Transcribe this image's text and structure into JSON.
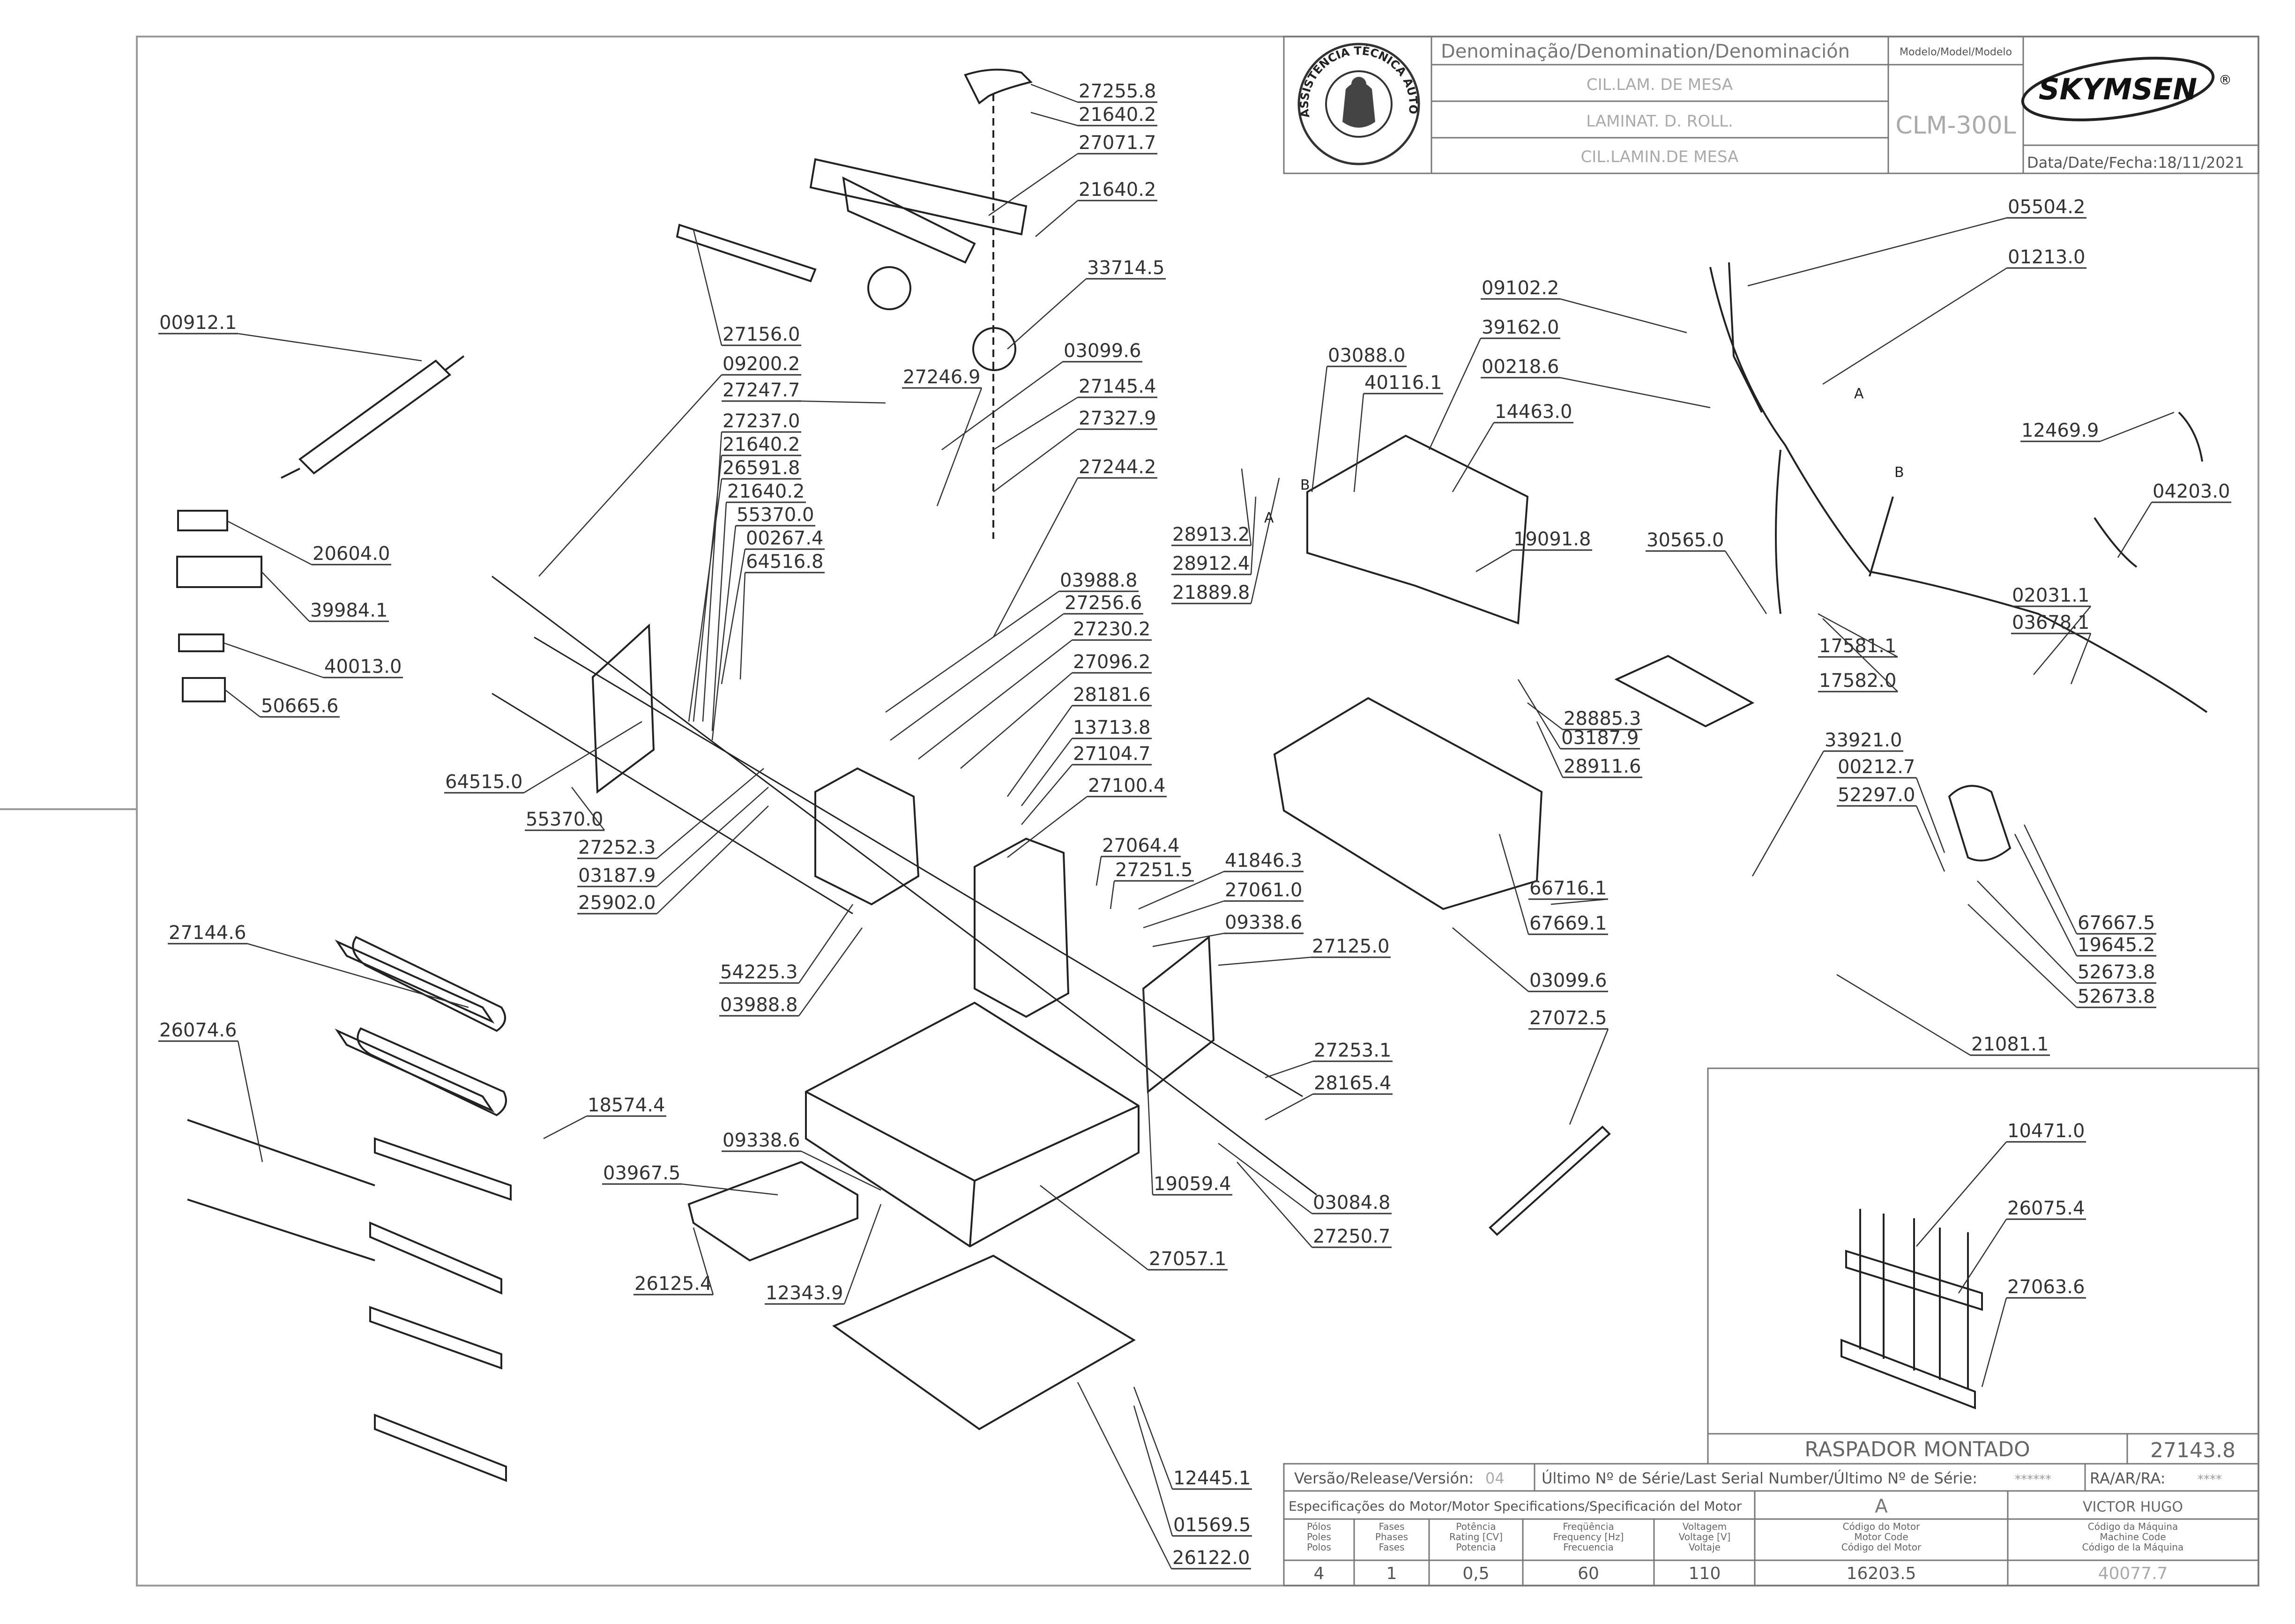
{
  "title_block": {
    "denomination_header": "Denominação/Denomination/Denominación",
    "names": [
      "CIL.LAM. DE MESA",
      "LAMINAT. D. ROLL.",
      "CIL.LAMIN.DE MESA"
    ],
    "model_header": "Modelo/Model/Modelo",
    "model": "CLM-300L",
    "brand": "SKYMSEN",
    "registered": "®",
    "date_label": "Data/Date/Fecha:",
    "date": "18/11/2021",
    "seal_text": "ASSISTÊNCIA TÉCNICA AUTORIZADA"
  },
  "bottom_block": {
    "version_label": "Versão/Release/Versión:",
    "version": "04",
    "serial_label": "Último Nº de Série/Last Serial Number/Último Nº de Série:",
    "serial": "******",
    "ra_label": "RA/AR/RA:",
    "ra": "****",
    "motor_spec_label": "Especificações do Motor/Motor Specifications/Specificación del Motor",
    "revision": "A",
    "author": "VICTOR HUGO",
    "columns": [
      {
        "header": "Pólos\nPoles\nPolos",
        "value": "4"
      },
      {
        "header": "Fases\nPhases\nFases",
        "value": "1"
      },
      {
        "header": "Potência\nRating [CV]\nPotencia",
        "value": "0,5"
      },
      {
        "header": "Freqüência\nFrequency [Hz]\nFrecuencia",
        "value": "60"
      },
      {
        "header": "Voltagem\nVoltage [V]\nVoltaje",
        "value": "110"
      },
      {
        "header": "Código do Motor\nMotor Code\nCódigo del Motor",
        "value": "16203.5"
      },
      {
        "header": "Código da Máquina\nMachine Code\nCódigo de la Máquina",
        "value": "40077.7"
      }
    ]
  },
  "inset": {
    "title": "RASPADOR MONTADO",
    "code": "27143.8"
  },
  "wire_labels": [
    "A",
    "B",
    "A",
    "B"
  ],
  "parts": [
    "27255.8",
    "21640.2",
    "27071.7",
    "21640.2",
    "33714.5",
    "27156.0",
    "00912.1",
    "09200.2",
    "27247.7",
    "27246.9",
    "03099.6",
    "27145.4",
    "27327.9",
    "27244.2",
    "27237.0",
    "21640.2",
    "26591.8",
    "21640.2",
    "55370.0",
    "00267.4",
    "64516.8",
    "20604.0",
    "39984.1",
    "40013.0",
    "50665.6",
    "03988.8",
    "27256.6",
    "27230.2",
    "27096.2",
    "28181.6",
    "13713.8",
    "27104.7",
    "27100.4",
    "64515.0",
    "55370.0",
    "27252.3",
    "03187.9",
    "25902.0",
    "27064.4",
    "27251.5",
    "41846.3",
    "27061.0",
    "09338.6",
    "27125.0",
    "54225.3",
    "03988.8",
    "27144.6",
    "26074.6",
    "18574.4",
    "27253.1",
    "28165.4",
    "09338.6",
    "03967.5",
    "19059.4",
    "03084.8",
    "27250.7",
    "27057.1",
    "26125.4",
    "12343.9",
    "12445.1",
    "01569.5",
    "26122.0",
    "03088.0",
    "40116.1",
    "39162.0",
    "09102.2",
    "00218.6",
    "14463.0",
    "28913.2",
    "28912.4",
    "21889.8",
    "19091.8",
    "28885.3",
    "03187.9",
    "28911.6",
    "66716.1",
    "67669.1",
    "03099.6",
    "27072.5",
    "05504.2",
    "01213.0",
    "12469.9",
    "04203.0",
    "30565.0",
    "02031.1",
    "03678.1",
    "17581.1",
    "17582.0",
    "33921.0",
    "00212.7",
    "52297.0",
    "67667.5",
    "19645.2",
    "52673.8",
    "52673.8",
    "21081.1",
    "10471.0",
    "26075.4",
    "27063.6"
  ]
}
